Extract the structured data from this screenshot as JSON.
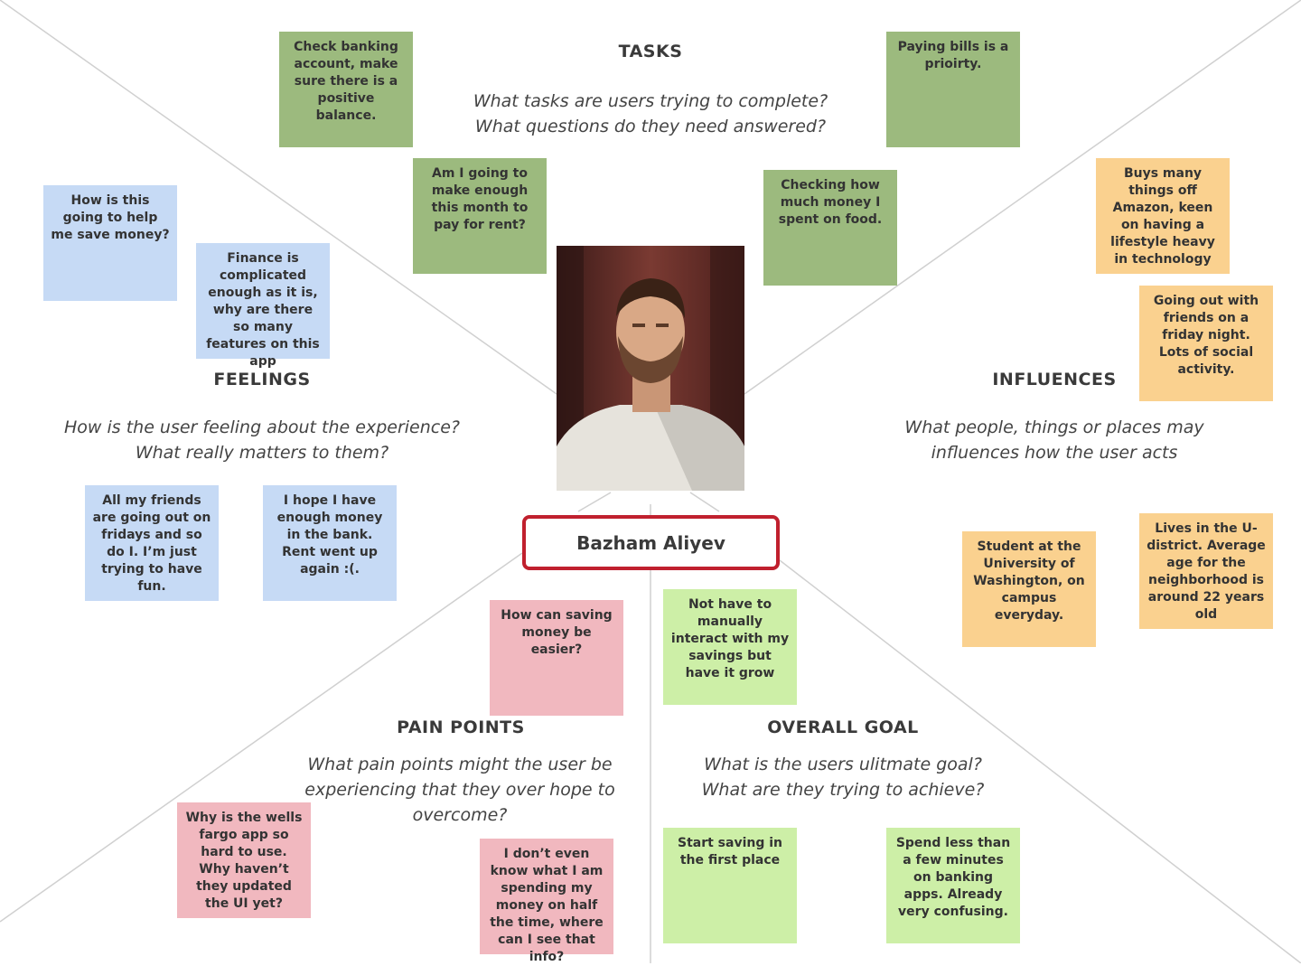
{
  "persona": {
    "name": "Bazham Aliyev",
    "photo_icon": "person-portrait-icon"
  },
  "tasks": {
    "heading": "TASKS",
    "question_line1": "What tasks are users trying to complete?",
    "question_line2": "What questions do they need answered?",
    "notes": [
      "Check banking account, make sure there is a positive balance.",
      "Paying bills is a prioirty.",
      "Am I going to make enough this month to pay for rent?",
      "Checking how much money I spent on food."
    ]
  },
  "feelings": {
    "heading": "FEELINGS",
    "question_line1": "How is the user feeling about the experience?",
    "question_line2": "What really matters to them?",
    "notes": [
      "How is this going to help me save money?",
      "Finance is complicated enough as it is, why are there so many features on this app",
      "All my friends are going out on fridays and so do I. I’m just trying to have fun.",
      "I hope I have enough money in the bank. Rent went up again :(."
    ]
  },
  "influences": {
    "heading": "INFLUENCES",
    "question_line1": "What people, things or places may",
    "question_line2": "influences how the user acts",
    "notes": [
      "Buys many things off Amazon, keen on having a lifestyle heavy in technology",
      "Going out with friends on a friday night. Lots of social activity.",
      "Student at the University of Washington, on campus everyday.",
      "Lives in the U-district. Average age for the neighborhood is around 22 years old"
    ]
  },
  "pain_points": {
    "heading": "PAIN POINTS",
    "question_line1": "What pain points might the user be",
    "question_line2": "experiencing that they over hope to",
    "question_line3": "overcome?",
    "notes": [
      "How can saving money be easier?",
      "Why is the wells fargo app so hard to use. Why haven’t they updated the UI yet?",
      "I don’t even know what I am spending my money on half the time, where can I see that info?"
    ]
  },
  "overall_goal": {
    "heading": "OVERALL GOAL",
    "question_line1": "What is the users ulitmate goal?",
    "question_line2": "What are they trying to achieve?",
    "notes": [
      "Not have to manually interact with my savings but have it grow",
      "Start saving in the first place",
      "Spend less than a few minutes on banking apps. Already very confusing."
    ]
  },
  "colors": {
    "tasks_note": "#9cba7e",
    "feelings_note": "#c6daf5",
    "influences_note": "#fad18f",
    "pain_points_note": "#f1b8bf",
    "overall_goal_note": "#cdefa7",
    "name_border": "#c0202e",
    "divider_line": "#d0d0d0"
  }
}
